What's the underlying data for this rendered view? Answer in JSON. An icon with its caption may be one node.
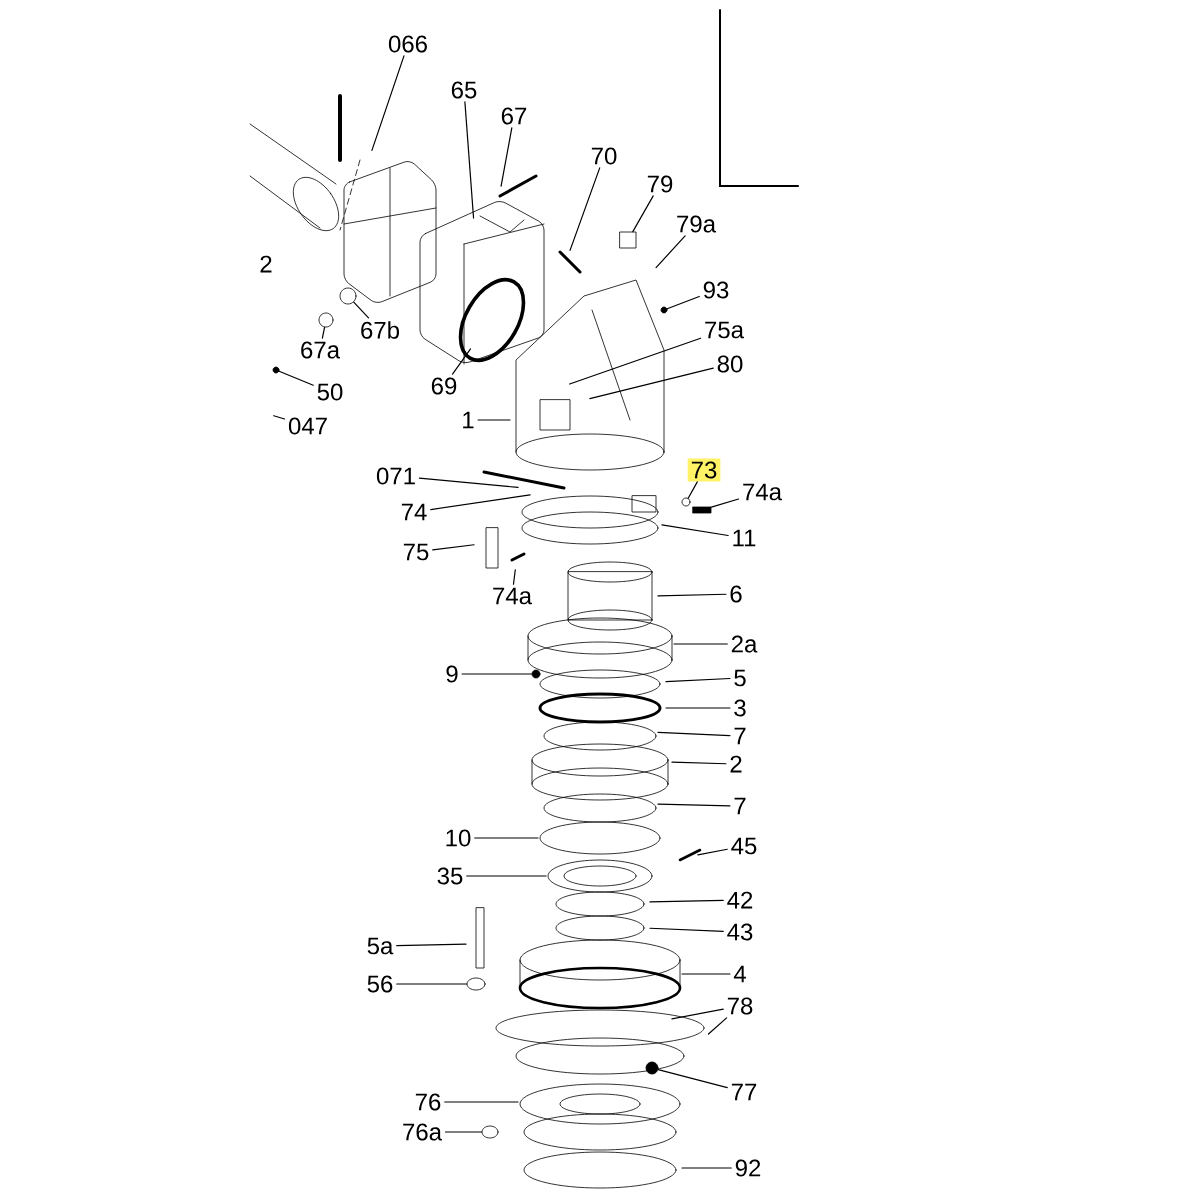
{
  "diagram": {
    "nodes": [
      {
        "text": [
          "066"
        ]
      },
      {
        "text": [
          "65"
        ]
      },
      {
        "text": [
          "67"
        ]
      },
      {
        "text": [
          "70"
        ]
      },
      {
        "text": [
          "79"
        ]
      },
      {
        "text": [
          "79a"
        ]
      },
      {
        "text": [
          "93"
        ]
      },
      {
        "text": [
          "75a"
        ]
      },
      {
        "text": [
          "80"
        ]
      },
      {
        "text": [
          "2"
        ]
      },
      {
        "text": [
          "67a"
        ]
      },
      {
        "text": [
          "67b"
        ]
      },
      {
        "text": [
          "69"
        ]
      },
      {
        "text": [
          "50"
        ]
      },
      {
        "text": [
          "047"
        ]
      },
      {
        "text": [
          "1"
        ]
      },
      {
        "text": [
          "071"
        ]
      },
      {
        "text": [
          "73"
        ]
      },
      {
        "text": [
          "74a"
        ]
      },
      {
        "text": [
          "74"
        ]
      },
      {
        "text": [
          "11"
        ]
      },
      {
        "text": [
          "75"
        ]
      },
      {
        "text": [
          "74a"
        ]
      },
      {
        "text": [
          "6"
        ]
      },
      {
        "text": [
          "2a"
        ]
      },
      {
        "text": [
          "9"
        ]
      },
      {
        "text": [
          "5"
        ]
      },
      {
        "text": [
          "3"
        ]
      },
      {
        "text": [
          "7"
        ]
      },
      {
        "text": [
          "2"
        ]
      },
      {
        "text": [
          "7"
        ]
      },
      {
        "text": [
          "10"
        ]
      },
      {
        "text": [
          "45"
        ]
      },
      {
        "text": [
          "35"
        ]
      },
      {
        "text": [
          "42"
        ]
      },
      {
        "text": [
          "43"
        ]
      },
      {
        "text": [
          "5a"
        ]
      },
      {
        "text": [
          "56"
        ]
      },
      {
        "text": [
          "4"
        ]
      },
      {
        "text": [
          "78"
        ]
      },
      {
        "text": [
          "77"
        ]
      },
      {
        "text": [
          "76"
        ]
      },
      {
        "text": [
          "76a"
        ]
      },
      {
        "text": [
          "92"
        ]
      },
      {
        "text": [],
        "shape": "box"
      },
      {
        "text": [],
        "shape": "circle"
      },
      {
        "text": [],
        "shape": "circle"
      },
      {
        "text": [],
        "shape": "circle"
      },
      {
        "text": [],
        "shape": "circle"
      },
      {
        "text": [],
        "shape": "circle"
      },
      {
        "text": [],
        "shape": "bar"
      },
      {
        "text": [],
        "shape": "circle"
      },
      {
        "text": [],
        "shape": "circle"
      },
      {
        "text": [],
        "shape": "circle"
      },
      {
        "text": [],
        "shape": "circle"
      }
    ],
    "edges": [
      {
        "from": 0,
        "to": null,
        "arrow": "none"
      },
      {
        "from": 1,
        "to": null,
        "arrow": "none"
      },
      {
        "from": 2,
        "to": null,
        "arrow": "none"
      },
      {
        "from": 3,
        "to": null,
        "arrow": "none"
      },
      {
        "from": 4,
        "to": 44,
        "arrow": "none"
      },
      {
        "from": 5,
        "to": null,
        "arrow": "none"
      },
      {
        "from": 6,
        "to": 45,
        "arrow": "none"
      },
      {
        "from": 7,
        "to": null,
        "arrow": "none"
      },
      {
        "from": 8,
        "to": null,
        "arrow": "none"
      },
      {
        "from": 10,
        "to": 46,
        "arrow": "none"
      },
      {
        "from": 11,
        "to": 47,
        "arrow": "none"
      },
      {
        "from": 12,
        "to": null,
        "arrow": "none"
      },
      {
        "from": 13,
        "to": 48,
        "arrow": "none"
      },
      {
        "from": 14,
        "to": null,
        "arrow": "none"
      },
      {
        "from": 15,
        "to": null,
        "arrow": "none"
      },
      {
        "from": 16,
        "to": null,
        "arrow": "none"
      },
      {
        "from": 17,
        "to": 49,
        "arrow": "none"
      },
      {
        "from": 18,
        "to": 50,
        "arrow": "none"
      },
      {
        "from": 19,
        "to": null,
        "arrow": "none"
      },
      {
        "from": 20,
        "to": null,
        "arrow": "none"
      },
      {
        "from": 21,
        "to": null,
        "arrow": "none"
      },
      {
        "from": 22,
        "to": null,
        "arrow": "none"
      },
      {
        "from": 23,
        "to": null,
        "arrow": "none"
      },
      {
        "from": 24,
        "to": null,
        "arrow": "none"
      },
      {
        "from": 25,
        "to": 51,
        "arrow": "none"
      },
      {
        "from": 26,
        "to": null,
        "arrow": "none"
      },
      {
        "from": 27,
        "to": null,
        "arrow": "none"
      },
      {
        "from": 28,
        "to": null,
        "arrow": "none"
      },
      {
        "from": 29,
        "to": null,
        "arrow": "none"
      },
      {
        "from": 30,
        "to": null,
        "arrow": "none"
      },
      {
        "from": 31,
        "to": null,
        "arrow": "none"
      },
      {
        "from": 32,
        "to": null,
        "arrow": "none"
      },
      {
        "from": 33,
        "to": null,
        "arrow": "none"
      },
      {
        "from": 34,
        "to": null,
        "arrow": "none"
      },
      {
        "from": 35,
        "to": null,
        "arrow": "none"
      },
      {
        "from": 36,
        "to": null,
        "arrow": "none"
      },
      {
        "from": 37,
        "to": 52,
        "arrow": "none"
      },
      {
        "from": 38,
        "to": null,
        "arrow": "none"
      },
      {
        "from": 39,
        "to": null,
        "arrow": "none"
      },
      {
        "from": 39,
        "to": null,
        "arrow": "none"
      },
      {
        "from": 40,
        "to": 53,
        "arrow": "none"
      },
      {
        "from": 41,
        "to": null,
        "arrow": "none"
      },
      {
        "from": 42,
        "to": 54,
        "arrow": "none"
      },
      {
        "from": 43,
        "to": null,
        "arrow": "none"
      }
    ]
  }
}
